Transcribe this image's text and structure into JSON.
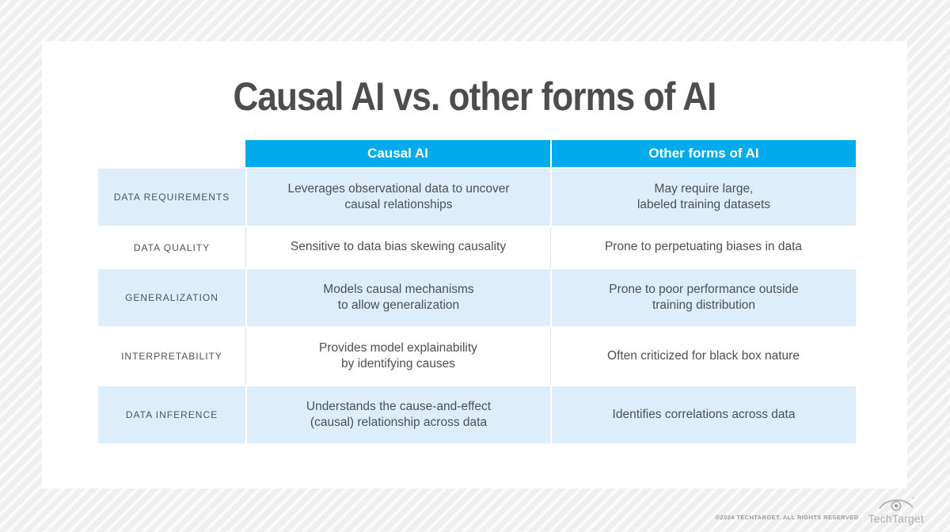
{
  "title": "Causal AI vs. other forms of AI",
  "table": {
    "columns": [
      "Causal AI",
      "Other forms of AI"
    ],
    "rows": [
      {
        "label": "DATA REQUIREMENTS",
        "causal": "Leverages observational data to uncover\ncausal relationships",
        "other": "May require large,\nlabeled training datasets"
      },
      {
        "label": "DATA QUALITY",
        "causal": "Sensitive to data bias skewing causality",
        "other": "Prone to perpetuating biases in data"
      },
      {
        "label": "GENERALIZATION",
        "causal": "Models causal mechanisms\nto allow generalization",
        "other": "Prone to poor performance outside\ntraining distribution"
      },
      {
        "label": "INTERPRETABILITY",
        "causal": "Provides model explainability\nby identifying causes",
        "other": "Often criticized for black box nature"
      },
      {
        "label": "DATA INFERENCE",
        "causal": "Understands the cause-and-effect\n(causal) relationship across data",
        "other": "Identifies correlations across data"
      }
    ]
  },
  "footer": {
    "copyright": "©2024 TECHTARGET. ALL RIGHTS RESERVED",
    "brand": "TechTarget"
  },
  "colors": {
    "header_bg": "#00abeb",
    "shaded_row_bg": "#ddeefa",
    "title_color": "#4d4d4f"
  }
}
